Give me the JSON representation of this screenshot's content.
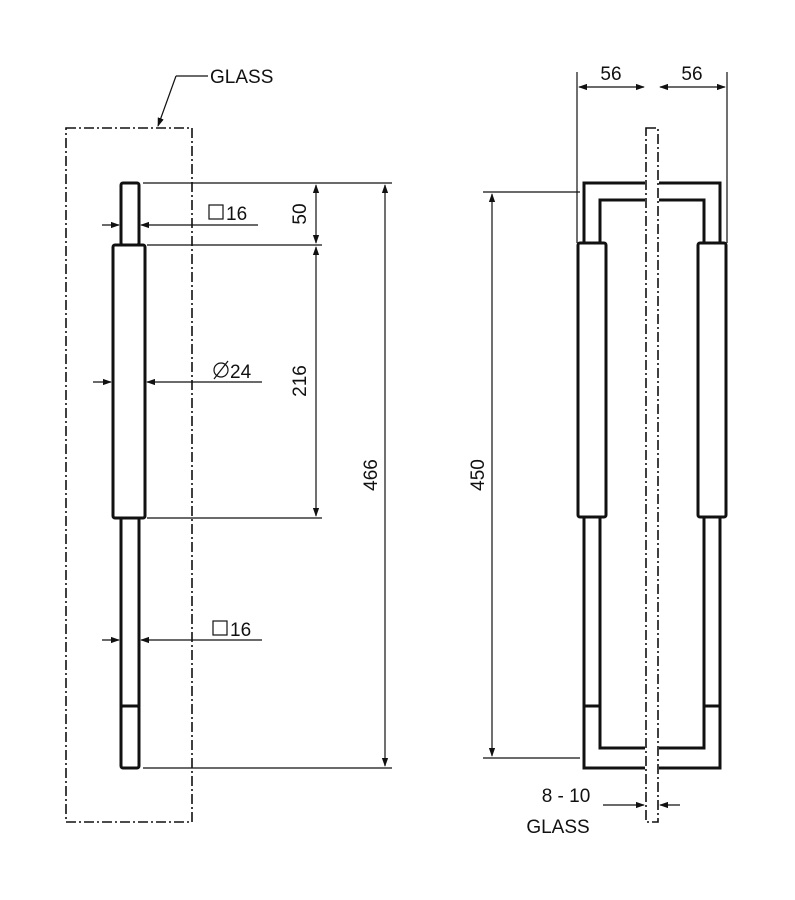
{
  "labels": {
    "glass_top": "GLASS",
    "glass_bottom": "GLASS",
    "glass_thickness": "8 - 10"
  },
  "dimensions": {
    "square_top": "16",
    "square_bottom": "16",
    "diameter": "24",
    "top_section": "50",
    "grip_length": "216",
    "overall_length": "466",
    "center_distance": "450",
    "offset_left": "56",
    "offset_right": "56"
  },
  "colors": {
    "line": "#111111",
    "background": "#ffffff"
  }
}
